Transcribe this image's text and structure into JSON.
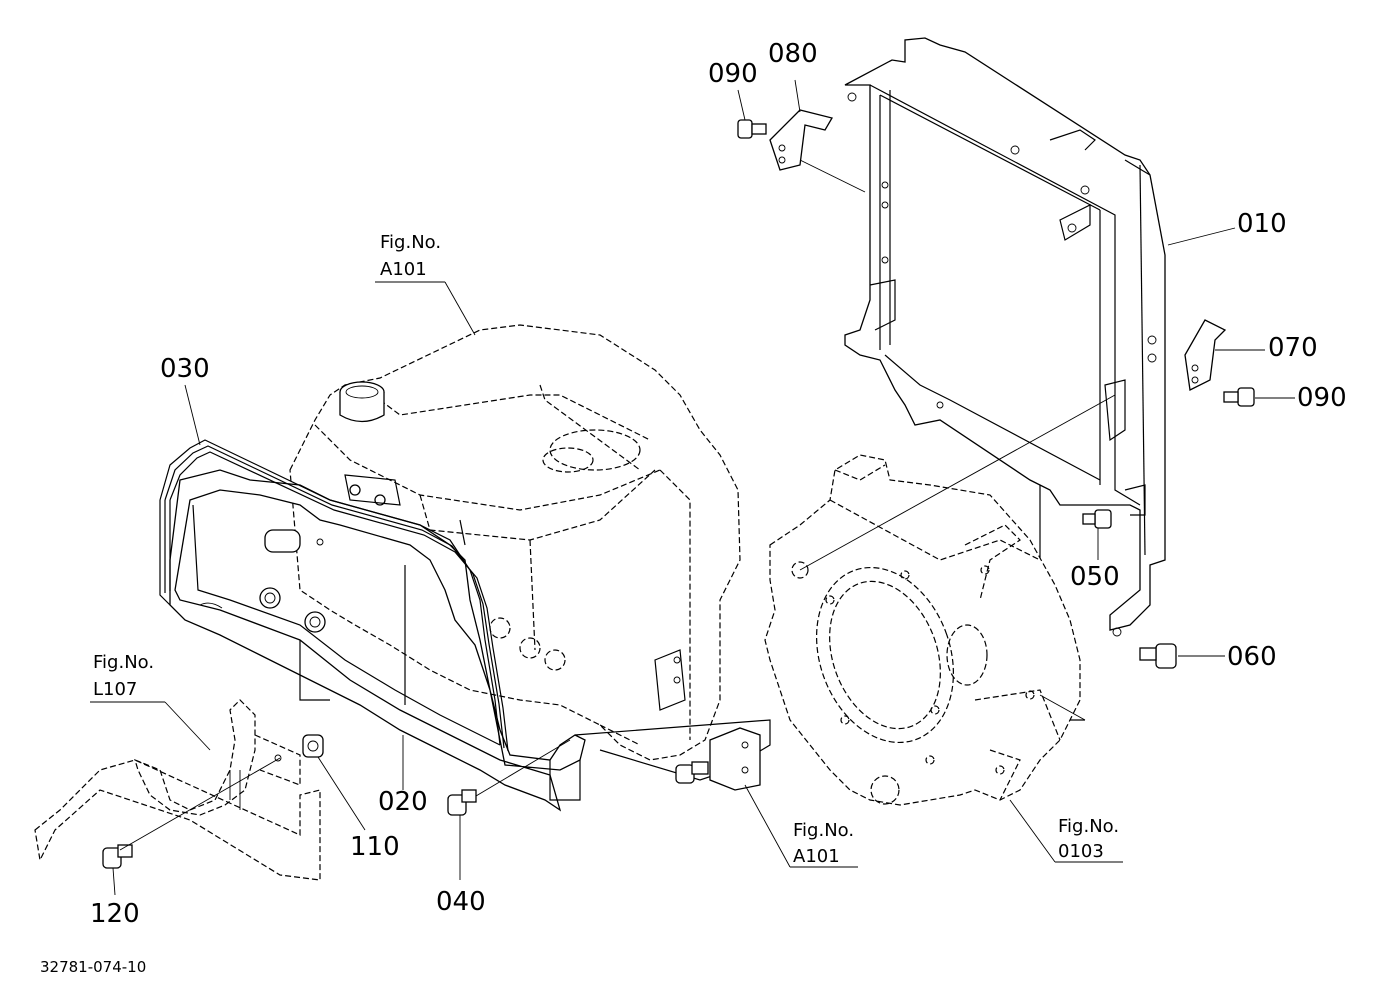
{
  "parts": {
    "p010": "010",
    "p020": "020",
    "p030": "030",
    "p040": "040",
    "p050": "050",
    "p060": "060",
    "p070": "070",
    "p080": "080",
    "p090a": "090",
    "p090b": "090",
    "p110": "110",
    "p120": "120"
  },
  "figrefs": {
    "fig_a101_top": {
      "label": "Fig.No.",
      "num": "A101"
    },
    "fig_l107": {
      "label": "Fig.No.",
      "num": "L107"
    },
    "fig_a101_bottom": {
      "label": "Fig.No.",
      "num": "A101"
    },
    "fig_0103": {
      "label": "Fig.No.",
      "num": "0103"
    }
  },
  "drawing_code": "32781-074-10"
}
